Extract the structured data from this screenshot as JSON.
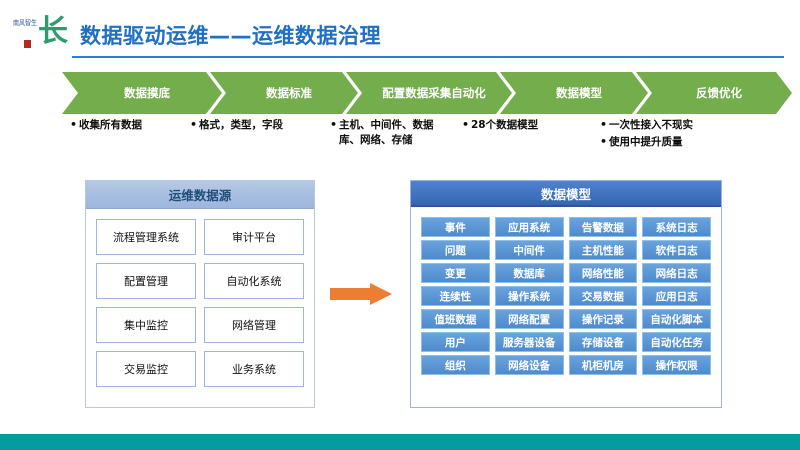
{
  "slide": {
    "title": "数据驱动运维——运维数据治理",
    "logo": {
      "mark": "长",
      "caption": "南风智生",
      "seal_name": "red-seal"
    },
    "accent_title_color": "#1f6fc4",
    "accent_chevron_color": "#74ad4c",
    "accent_arrow_color": "#ed7d31",
    "bottom_bar_color": "#039b9b"
  },
  "process": {
    "steps": [
      {
        "label": "数据摸底"
      },
      {
        "label": "数据标准"
      },
      {
        "label": "配置数据采集自动化"
      },
      {
        "label": "数据模型"
      },
      {
        "label": "反馈优化"
      }
    ],
    "notes": [
      {
        "items": [
          "收集所有数据"
        ]
      },
      {
        "items": [
          "格式，类型，字段"
        ]
      },
      {
        "items": [
          "主机、中间件、数据库、网络、存储"
        ]
      },
      {
        "items": [
          "28个数据模型"
        ]
      },
      {
        "items": [
          "一次性接入不现实",
          "使用中提升质量"
        ]
      }
    ]
  },
  "sources_panel": {
    "title": "运维数据源",
    "items": [
      "流程管理系统",
      "审计平台",
      "配置管理",
      "自动化系统",
      "集中监控",
      "网络管理",
      "交易监控",
      "业务系统"
    ]
  },
  "models_panel": {
    "title": "数据模型",
    "items": [
      "事件",
      "应用系统",
      "告警数据",
      "系统日志",
      "问题",
      "中间件",
      "主机性能",
      "软件日志",
      "变更",
      "数据库",
      "网络性能",
      "网络日志",
      "连续性",
      "操作系统",
      "交易数据",
      "应用日志",
      "值班数据",
      "网络配置",
      "操作记录",
      "自动化脚本",
      "用户",
      "服务器设备",
      "存储设备",
      "自动化任务",
      "组织",
      "网络设备",
      "机柜机房",
      "操作权限"
    ]
  },
  "flow_arrow": {
    "name": "flow-arrow-right"
  }
}
